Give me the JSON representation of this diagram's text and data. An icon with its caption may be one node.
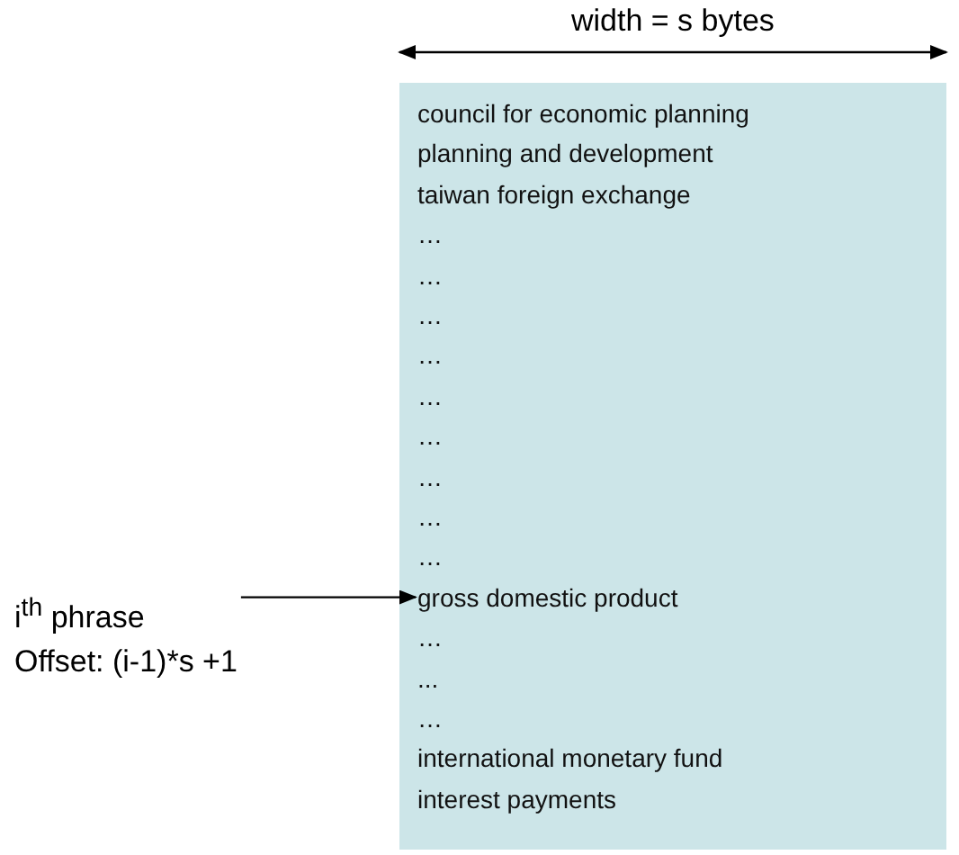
{
  "diagram": {
    "nodes": [
      {
        "text": [],
        "shape": "box"
      },
      {
        "text": [
          "council for economic planning"
        ],
        "in": 0
      },
      {
        "text": [
          "planning and development"
        ],
        "in": 0
      },
      {
        "text": [
          "taiwan foreign exchange"
        ],
        "in": 0
      },
      {
        "text": [
          "…"
        ],
        "in": 0
      },
      {
        "text": [
          "…"
        ],
        "in": 0
      },
      {
        "text": [
          "…"
        ],
        "in": 0
      },
      {
        "text": [
          "…"
        ],
        "in": 0
      },
      {
        "text": [
          "…"
        ],
        "in": 0
      },
      {
        "text": [
          "…"
        ],
        "in": 0
      },
      {
        "text": [
          "…"
        ],
        "in": 0
      },
      {
        "text": [
          "…"
        ],
        "in": 0
      },
      {
        "text": [
          "…"
        ],
        "in": 0
      },
      {
        "text": [
          "gross domestic product"
        ],
        "in": 0
      },
      {
        "text": [
          "…"
        ],
        "in": 0
      },
      {
        "text": [
          "..."
        ],
        "in": 0
      },
      {
        "text": [
          "…"
        ],
        "in": 0
      },
      {
        "text": [
          "international monetary fund"
        ],
        "in": 0
      },
      {
        "text": [
          "interest payments"
        ],
        "in": 0
      },
      {
        "text": [
          "i$^{th}$ phrase",
          "Offset: (i-1)*s +1"
        ]
      }
    ],
    "edges": [
      {
        "from": 19,
        "to": 13,
        "arrow": "to"
      }
    ],
    "labels": [
      "width = s bytes"
    ]
  }
}
